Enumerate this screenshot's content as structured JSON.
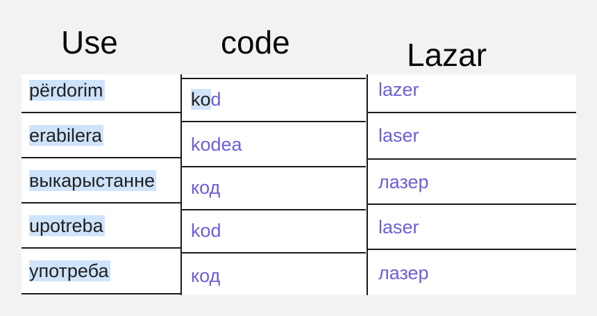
{
  "headers": {
    "col1": "Use",
    "col2": "code",
    "col3": "Lazar"
  },
  "rows": [
    {
      "use": "përdorim",
      "code_selected": "ko",
      "code_rest": "d",
      "lazar": "lazer"
    },
    {
      "use": "erabilera",
      "code_selected": "",
      "code_rest": "kodea",
      "lazar": "laser"
    },
    {
      "use": "выкарыстанне",
      "code_selected": "",
      "code_rest": "код",
      "lazar": "лазер"
    },
    {
      "use": "upotreba",
      "code_selected": "",
      "code_rest": "kod",
      "lazar": "laser"
    },
    {
      "use": "употреба",
      "code_selected": "",
      "code_rest": "код",
      "lazar": "лазер"
    }
  ],
  "colors": {
    "background": "#f2f2f2",
    "link_text": "#6b60d6",
    "highlight": "#cfe3fb",
    "border": "#1a1a1a"
  }
}
